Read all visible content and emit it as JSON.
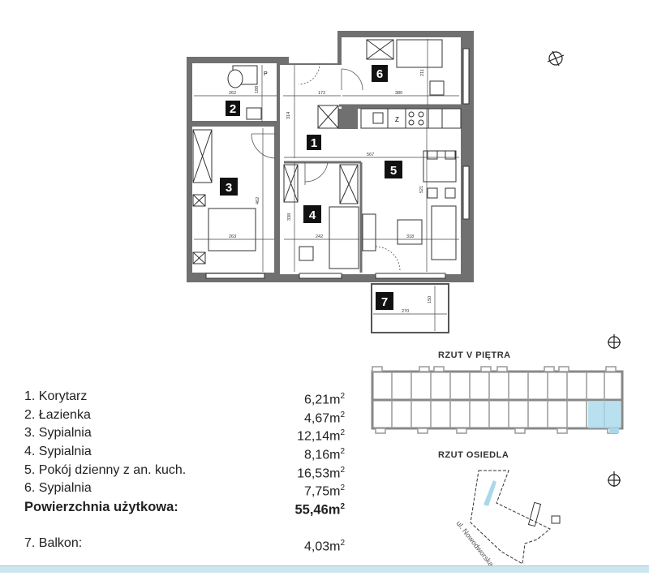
{
  "plan": {
    "room_numbers": [
      "1",
      "2",
      "3",
      "4",
      "5",
      "6",
      "7"
    ],
    "dimensions": {
      "d262": "262",
      "d188": "188",
      "d172": "172",
      "d380": "380",
      "d211": "211",
      "d314": "314",
      "d567": "567",
      "d462": "462",
      "d263": "263",
      "d338": "338",
      "d242": "242",
      "d318": "318",
      "d521": "521",
      "d270": "270",
      "d150": "150"
    },
    "fixture_labels": {
      "p": "P",
      "z": "Z"
    }
  },
  "rooms": [
    {
      "label": "1. Korytarz",
      "area": "6,21m",
      "unit": "2"
    },
    {
      "label": "2. Łazienka",
      "area": "4,67m",
      "unit": "2"
    },
    {
      "label": "3. Sypialnia",
      "area": "12,14m",
      "unit": "2"
    },
    {
      "label": "4. Sypialnia",
      "area": "8,16m",
      "unit": "2"
    },
    {
      "label": "5. Pokój dzienny z an. kuch.",
      "area": "16,53m",
      "unit": "2"
    },
    {
      "label": "6. Sypialnia",
      "area": "7,75m",
      "unit": "2"
    }
  ],
  "total": {
    "label": "Powierzchnia użytkowa:",
    "area": "55,46m",
    "unit": "2"
  },
  "balcony": {
    "label": "7. Balkon:",
    "area": "4,03m",
    "unit": "2"
  },
  "floor_caption": "RZUT V PIĘTRA",
  "estate_caption": "RZUT OSIEDLA",
  "street_label": "ul. Nowodworska",
  "colors": {
    "wall": "#707070",
    "highlight": "#a8d8ea",
    "bar": "#cde6ee"
  }
}
